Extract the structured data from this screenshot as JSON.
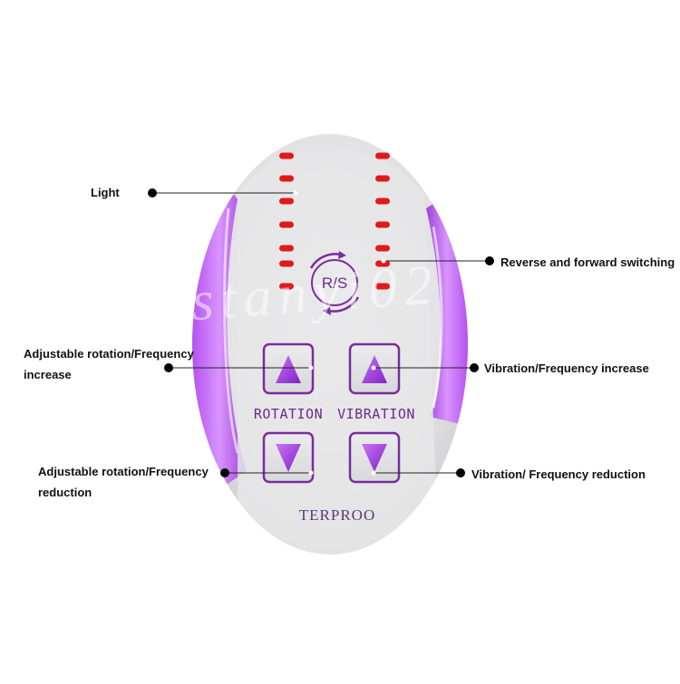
{
  "callouts": {
    "light": "Light",
    "reverse_forward": "Reverse and forward switching",
    "rotation_increase_line1": "Adjustable rotation/Frequency",
    "rotation_increase_line2": "increase",
    "vibration_increase": "Vibration/Frequency increase",
    "rotation_reduction_line1": "Adjustable rotation/Frequency",
    "rotation_reduction_line2": "reduction",
    "vibration_reduction_prefix": "Vibration/",
    "vibration_reduction_suffix": "Frequency reduction"
  },
  "device": {
    "rs_label": "R/S",
    "rotation_label": "ROTATION",
    "vibration_label": "VIBRATION",
    "bottom_text": "TERPROO",
    "watermark": "5stanyi02"
  },
  "colors": {
    "led_red": "#e01a1a",
    "accent_purple": "#8a2fc9",
    "button_border": "#7a2c9c",
    "panel_gray": "#dcdcde"
  },
  "icons": [
    "up-triangle-icon",
    "down-triangle-icon",
    "rotate-arrows-icon"
  ]
}
